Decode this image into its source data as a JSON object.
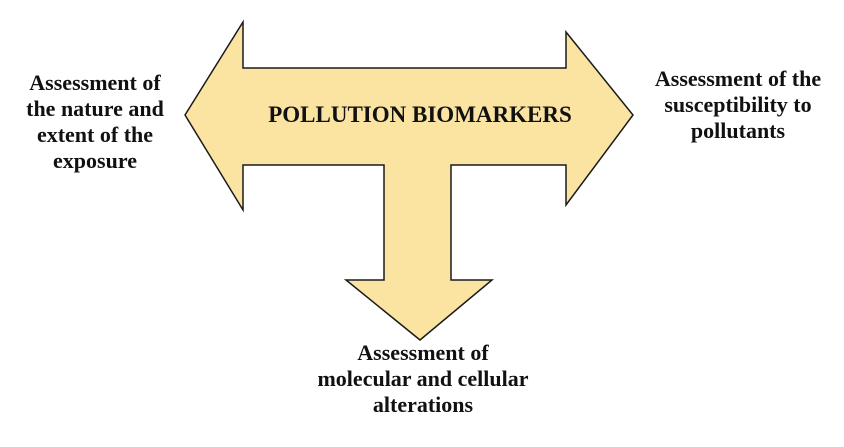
{
  "diagram": {
    "center_title": "POLLUTION BIOMARKERS",
    "left_label": [
      "Assessment of",
      "the nature and",
      "extent of the",
      "exposure"
    ],
    "right_label": [
      "Assessment of the",
      "susceptibility to",
      "pollutants"
    ],
    "bottom_label": [
      "Assessment of",
      "molecular and cellular",
      "alterations"
    ],
    "colors": {
      "arrow_fill": "#fbe3a1",
      "arrow_stroke": "#1a1a1a",
      "text": "#111111"
    }
  }
}
